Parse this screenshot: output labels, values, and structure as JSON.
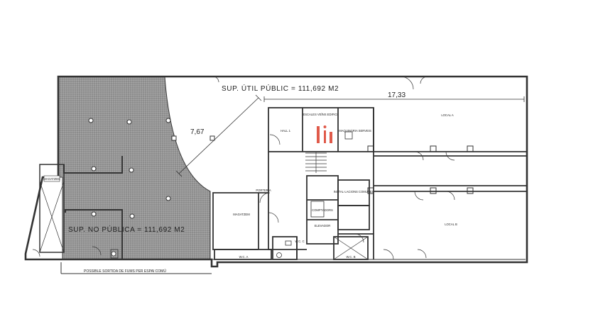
{
  "plan": {
    "public_area_label": "SUP. ÚTIL PÚBLIC = 111,692 M2",
    "non_public_area_label": "SUP. NO PÚBLICA = 111,692 M2",
    "fume_exit_note": "POSSIBLE SORTIDA DE FUMS PER ESPAI COMÚ",
    "dimension_top": "17,33",
    "dimension_diagonal": "7,67",
    "rooms": {
      "hall": "HALL 1",
      "stair": "ESCALES VEÏNS EDIFICI",
      "services": "MAQUINÀRIA SERVEIS",
      "installations": "INSTAL·LACIONS COMUNES",
      "stores": "PORTERIA",
      "warehouse": "MAGATZEM",
      "counter": "COMPTADORS",
      "shop_a": "LOCAL A",
      "shop_b": "LOCAL B",
      "lift": "ELEVADOR",
      "store_left": "MAGATZEM",
      "wc_a": "W.C. A",
      "wc_b": "W.C. B",
      "wc_c": "W.C. C"
    },
    "colors": {
      "hatch": "#8a8a8a",
      "line": "#3a3a3a",
      "logo": "#e05a4a"
    }
  }
}
